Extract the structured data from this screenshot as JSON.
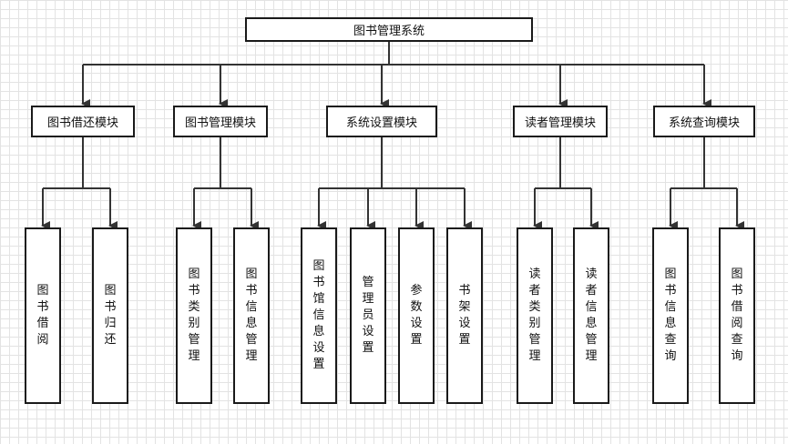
{
  "root": {
    "label": "图书管理系统"
  },
  "modules": [
    {
      "label": "图书借还模块",
      "children": [
        "图书借阅",
        "图书归还"
      ]
    },
    {
      "label": "图书管理模块",
      "children": [
        "图书类别管理",
        "图书信息管理"
      ]
    },
    {
      "label": "系统设置模块",
      "children": [
        "图书馆信息设置",
        "管理员设置",
        "参数设置",
        "书架设置"
      ]
    },
    {
      "label": "读者管理模块",
      "children": [
        "读者类别管理",
        "读者信息管理"
      ]
    },
    {
      "label": "系统查询模块",
      "children": [
        "图书信息查询",
        "图书借阅查询"
      ]
    }
  ],
  "colors": {
    "line": "#333333",
    "box_border": "#1a1a1a",
    "grid": "#e3e3e3",
    "background": "#ffffff"
  }
}
